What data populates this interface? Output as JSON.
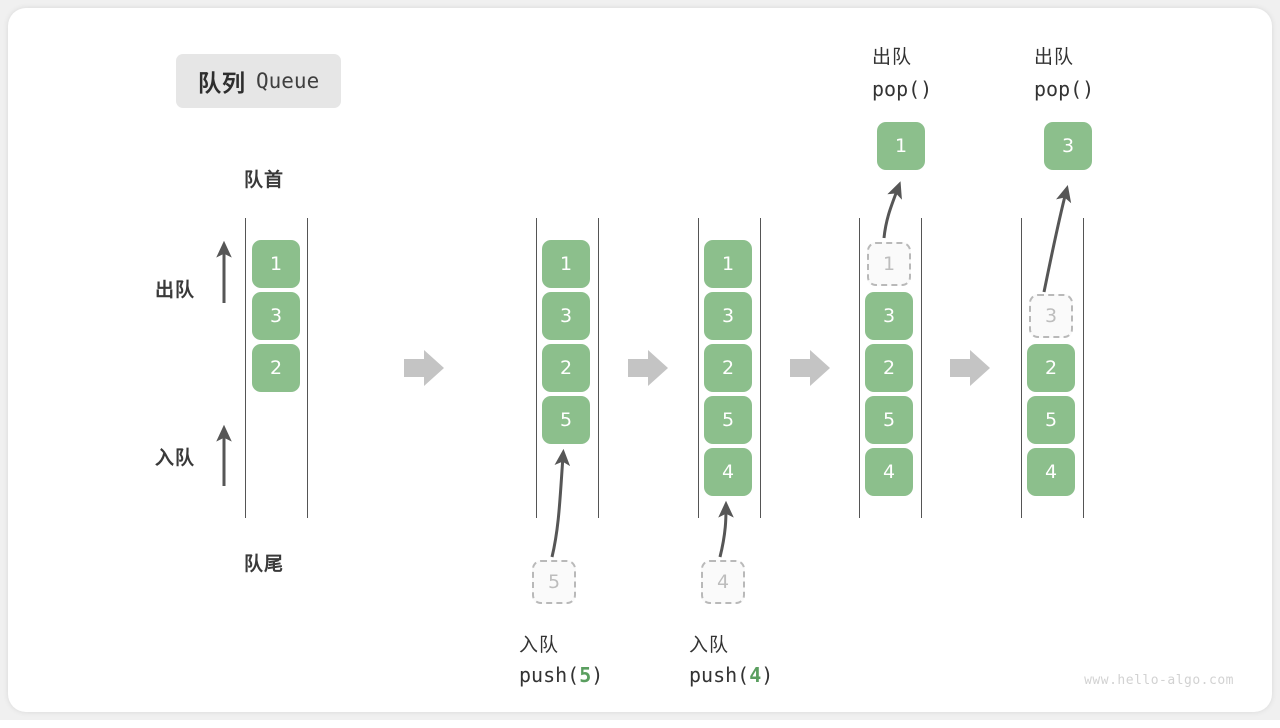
{
  "title": {
    "cn": "队列",
    "en": "Queue"
  },
  "labels": {
    "head": "队首",
    "tail": "队尾",
    "dequeue": "出队",
    "enqueue": "入队",
    "pop_cn": "出队",
    "pop_code": "pop()",
    "push_cn": "入队",
    "push_code_prefix": "push(",
    "push_code_suffix": ")"
  },
  "colors": {
    "cell_fill": "#8cbf8c",
    "cell_text": "#ffffff",
    "ghost_border": "#b9b9b9",
    "ghost_text": "#bdbdbd",
    "rail": "#555555",
    "step_arrow": "#c4c4c4",
    "curve_arrow": "#565656",
    "badge_bg": "#e6e6e6",
    "accent_green": "#5a9e5f"
  },
  "steps": [
    {
      "id": "step-1",
      "op": null,
      "items": [
        "1",
        "3",
        "2"
      ],
      "ghost": null,
      "popped": null
    },
    {
      "id": "step-2",
      "op": "push",
      "op_value": "5",
      "items": [
        "1",
        "3",
        "2",
        "5"
      ],
      "ghost": "5",
      "popped": null
    },
    {
      "id": "step-3",
      "op": "push",
      "op_value": "4",
      "items": [
        "1",
        "3",
        "2",
        "5",
        "4"
      ],
      "ghost": "4",
      "popped": null
    },
    {
      "id": "step-4",
      "op": "pop",
      "op_value": "",
      "items": [
        "3",
        "2",
        "5",
        "4"
      ],
      "ghost": "1",
      "popped": "1"
    },
    {
      "id": "step-5",
      "op": "pop",
      "op_value": "",
      "items": [
        "2",
        "5",
        "4"
      ],
      "ghost": "3",
      "popped": "3"
    }
  ],
  "watermark": "www.hello-algo.com"
}
